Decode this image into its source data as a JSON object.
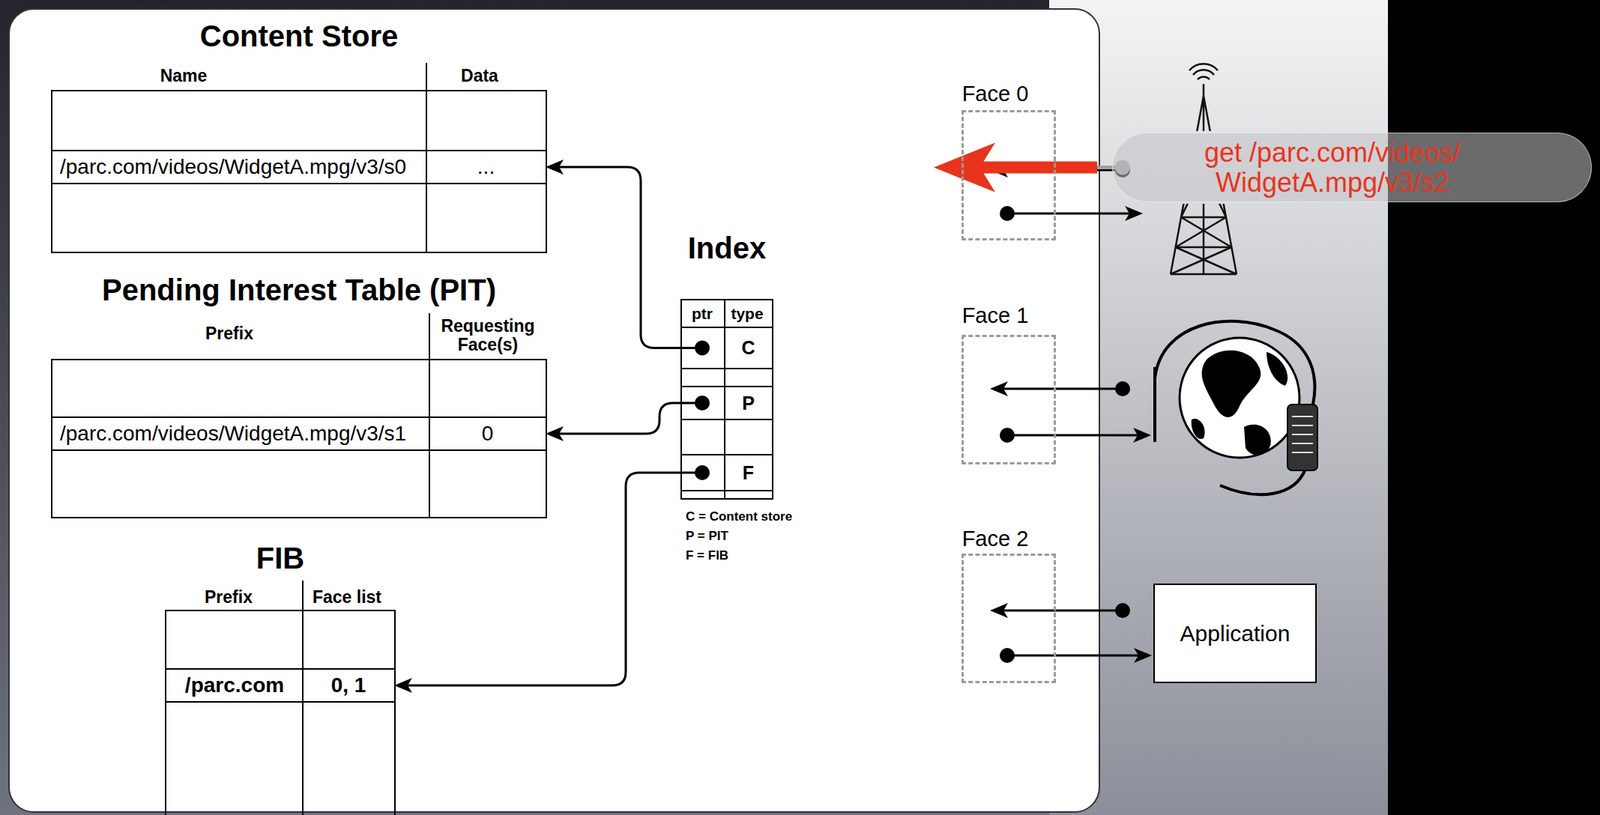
{
  "diagram": {
    "nodes": [
      {
        "text": [
          "Content Store"
        ]
      },
      {
        "text": [
          "/parc.com/videos/WidgetA.mpg/v3/s0",
          "..."
        ],
        "in": 0
      },
      {
        "text": [
          "Pending Interest Table (PIT)"
        ]
      },
      {
        "text": [
          "/parc.com/videos/WidgetA.mpg/v3/s1",
          "0"
        ],
        "in": 2
      },
      {
        "text": [
          "FIB"
        ]
      },
      {
        "text": [
          "/parc.com",
          "0, 1"
        ],
        "in": 4
      },
      {
        "text": [
          "Index"
        ]
      },
      {
        "text": [
          "C"
        ],
        "in": 6
      },
      {
        "text": [
          "P"
        ],
        "in": 6
      },
      {
        "text": [
          "F"
        ],
        "in": 6
      },
      {
        "text": [
          "Face 0"
        ]
      },
      {
        "text": [
          "get /parc.com/videos/ WidgetA.mpg/v3/s2"
        ]
      },
      {
        "text": [
          "Face 1"
        ]
      },
      {
        "text": [
          "Face 2"
        ]
      },
      {
        "text": [
          "Application"
        ]
      }
    ],
    "edges": [
      {
        "from": 7,
        "to": 1,
        "arrow": "to"
      },
      {
        "from": 8,
        "to": 3,
        "arrow": "to"
      },
      {
        "from": 9,
        "to": 5,
        "arrow": "to"
      },
      {
        "from": 11,
        "to": 10,
        "arrow": "to"
      },
      {
        "from": 14,
        "to": 13,
        "arrow": "to"
      },
      {
        "from": 13,
        "to": 14,
        "arrow": "to"
      }
    ],
    "labels": [
      "Name",
      "Data",
      "Prefix",
      "Requesting Face(s)",
      "Prefix",
      "Face list",
      "ptr",
      "type",
      "C = Content store",
      "P = PIT",
      "F = FIB"
    ]
  }
}
